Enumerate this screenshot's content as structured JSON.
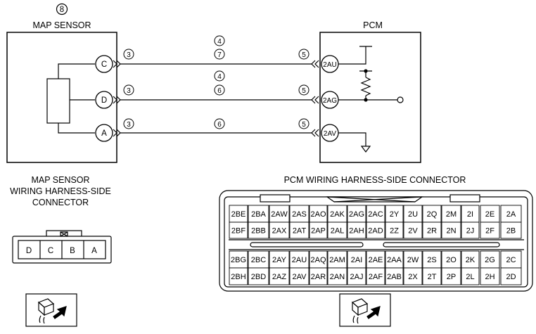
{
  "map_sensor": {
    "ref_number": "8",
    "title": "MAP SENSOR",
    "pins": [
      "C",
      "D",
      "A"
    ]
  },
  "pcm": {
    "title": "PCM",
    "terminals": [
      "2AU",
      "2AG",
      "2AV"
    ]
  },
  "wires": [
    {
      "sensor_pin": "C",
      "left_num": "3",
      "mid_top": "4",
      "mid_bottom": "7",
      "right_num": "5",
      "pcm_pin": "2AU"
    },
    {
      "sensor_pin": "D",
      "left_num": "3",
      "mid_top": "4",
      "mid_bottom": "6",
      "right_num": "5",
      "pcm_pin": "2AG"
    },
    {
      "sensor_pin": "A",
      "left_num": "3",
      "mid_top": "",
      "mid_bottom": "6",
      "right_num": "5",
      "pcm_pin": "2AV"
    }
  ],
  "sensor_connector": {
    "title_lines": [
      "MAP SENSOR",
      "WIRING HARNESS-SIDE",
      "CONNECTOR"
    ],
    "pins": [
      "D",
      "C",
      "B",
      "A"
    ]
  },
  "pcm_connector": {
    "title": "PCM WIRING HARNESS-SIDE CONNECTOR",
    "rows": [
      [
        "2BE",
        "2BA",
        "2AW",
        "2AS",
        "2AO",
        "2AK",
        "2AG",
        "2AC",
        "2Y",
        "2U",
        "2Q",
        "2M",
        "2I",
        "2E",
        "2A"
      ],
      [
        "2BF",
        "2BB",
        "2AX",
        "2AT",
        "2AP",
        "2AL",
        "2AH",
        "2AD",
        "2Z",
        "2V",
        "2R",
        "2N",
        "2J",
        "2F",
        "2B"
      ],
      [
        "2BG",
        "2BC",
        "2AY",
        "2AU",
        "2AQ",
        "2AM",
        "2AI",
        "2AE",
        "2AA",
        "2W",
        "2S",
        "2O",
        "2K",
        "2G",
        "2C"
      ],
      [
        "2BH",
        "2BD",
        "2AZ",
        "2AV",
        "2AR",
        "2AN",
        "2AJ",
        "2AF",
        "2AB",
        "2X",
        "2T",
        "2P",
        "2L",
        "2H",
        "2D"
      ]
    ]
  }
}
